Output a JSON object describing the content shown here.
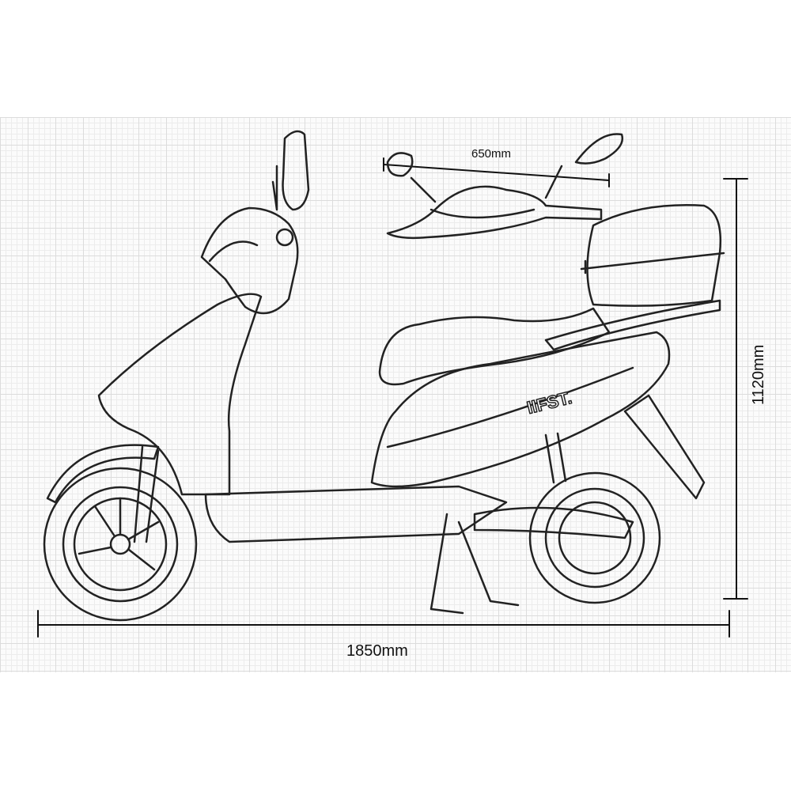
{
  "dimensions": {
    "length": "1850mm",
    "height": "1120mm",
    "handlebar_width": "650mm"
  },
  "brand_logo": "IIFST.",
  "colors": {
    "line": "#1a1a1a",
    "grid": "#dcdcdc",
    "background": "#ffffff"
  }
}
